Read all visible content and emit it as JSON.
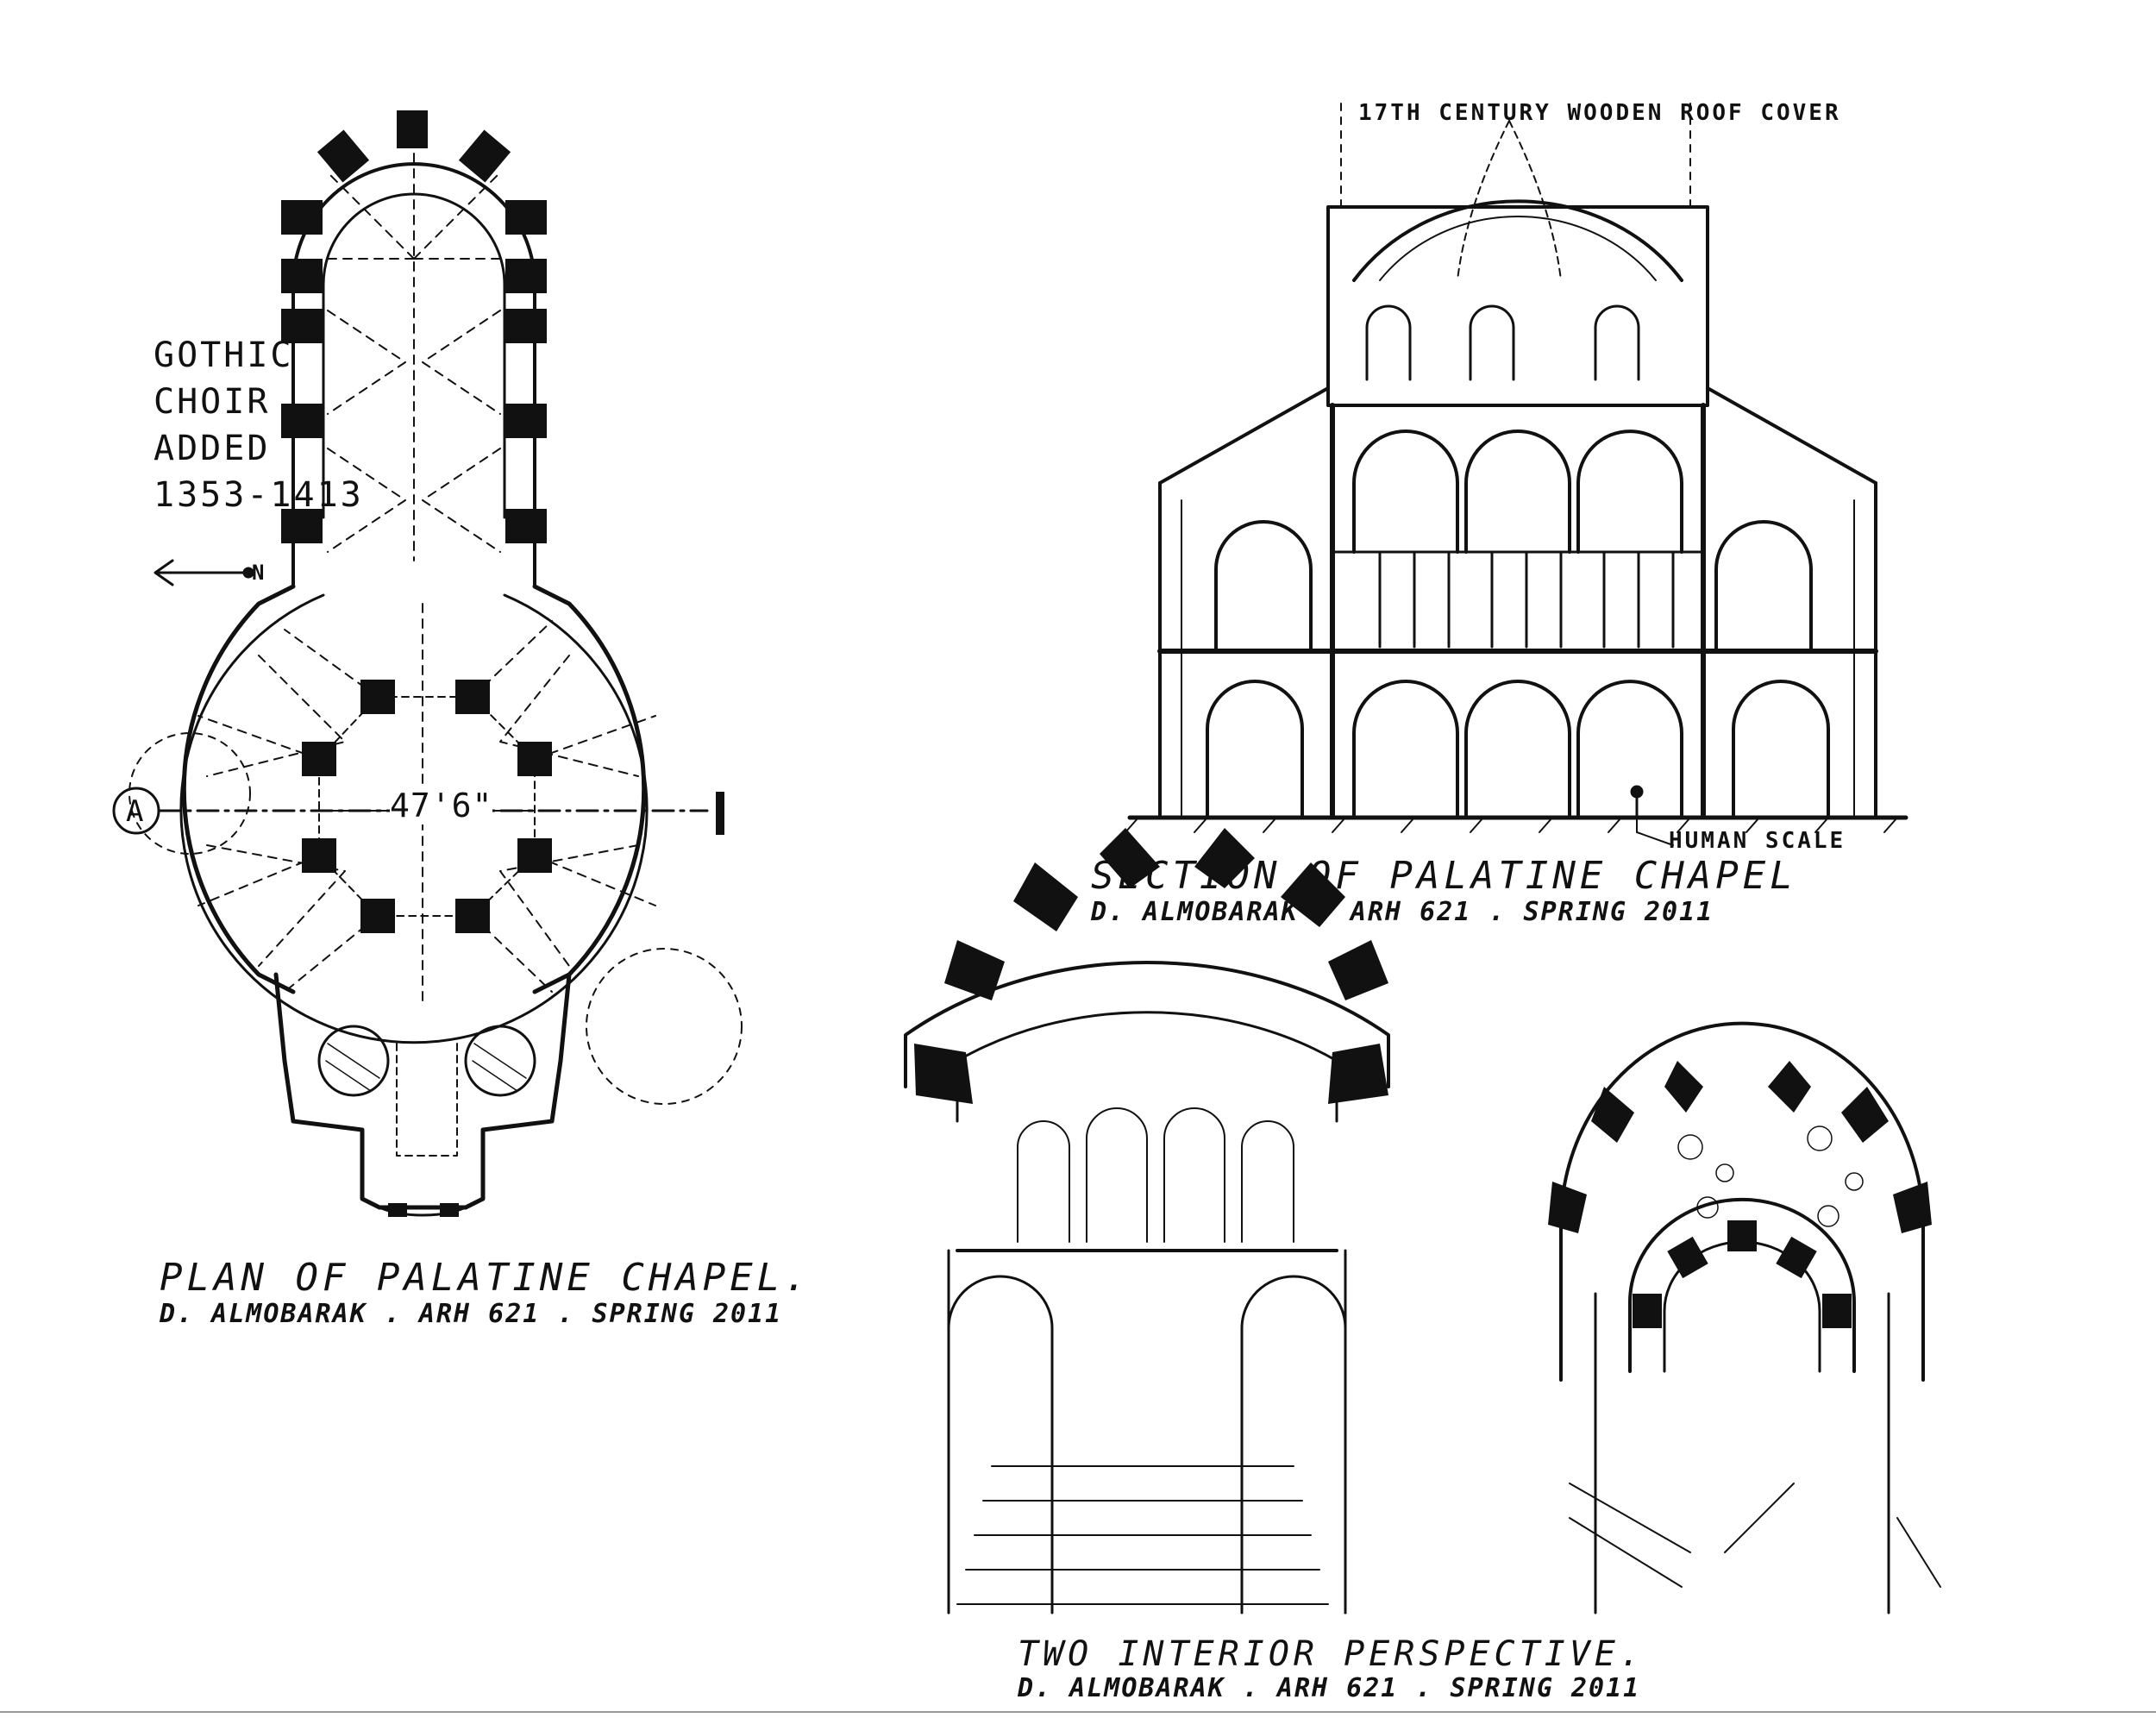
{
  "plan": {
    "title": "PLAN OF PALATINE CHAPEL.",
    "credit": "D. ALMOBARAK . ARH 621 . SPRING 2011",
    "choir_note": "GOTHIC\nCHOIR\nADDED\n1353-1413",
    "north_label": "N",
    "section_marker": "A",
    "dimension": "47'6\""
  },
  "section": {
    "title": "SECTION OF PALATINE CHAPEL",
    "credit": "D. ALMOBARAK . ARH 621 . SPRING 2011",
    "roof_note": "17TH CENTURY WOODEN ROOF COVER",
    "scale_note": "HUMAN SCALE"
  },
  "perspectives": {
    "title": "TWO INTERIOR PERSPECTIVE.",
    "credit": "D. ALMOBARAK . ARH 621 . SPRING 2011"
  }
}
